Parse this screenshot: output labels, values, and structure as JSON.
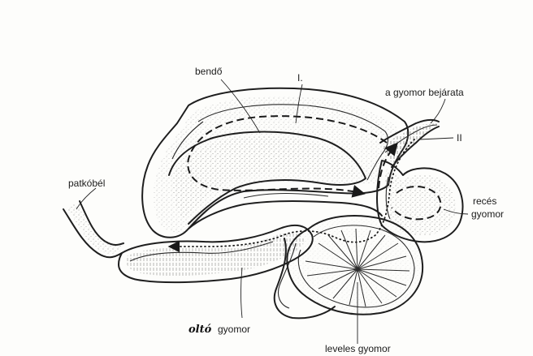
{
  "labels": {
    "rumen": "bendő",
    "path_one": "I.",
    "entrance": "a gyomor bejárata",
    "path_two": "II",
    "small_intestine": "patkóbél",
    "reticulum_line1": "recés",
    "reticulum_line2": "gyomor",
    "abomasum_prefix": "oltó",
    "abomasum_suffix": "gyomor",
    "omasum": "leveles gyomor"
  },
  "colors": {
    "ink": "#1e1e1e",
    "paper": "#fdfdfb",
    "stipple": "#6b6b6b"
  }
}
